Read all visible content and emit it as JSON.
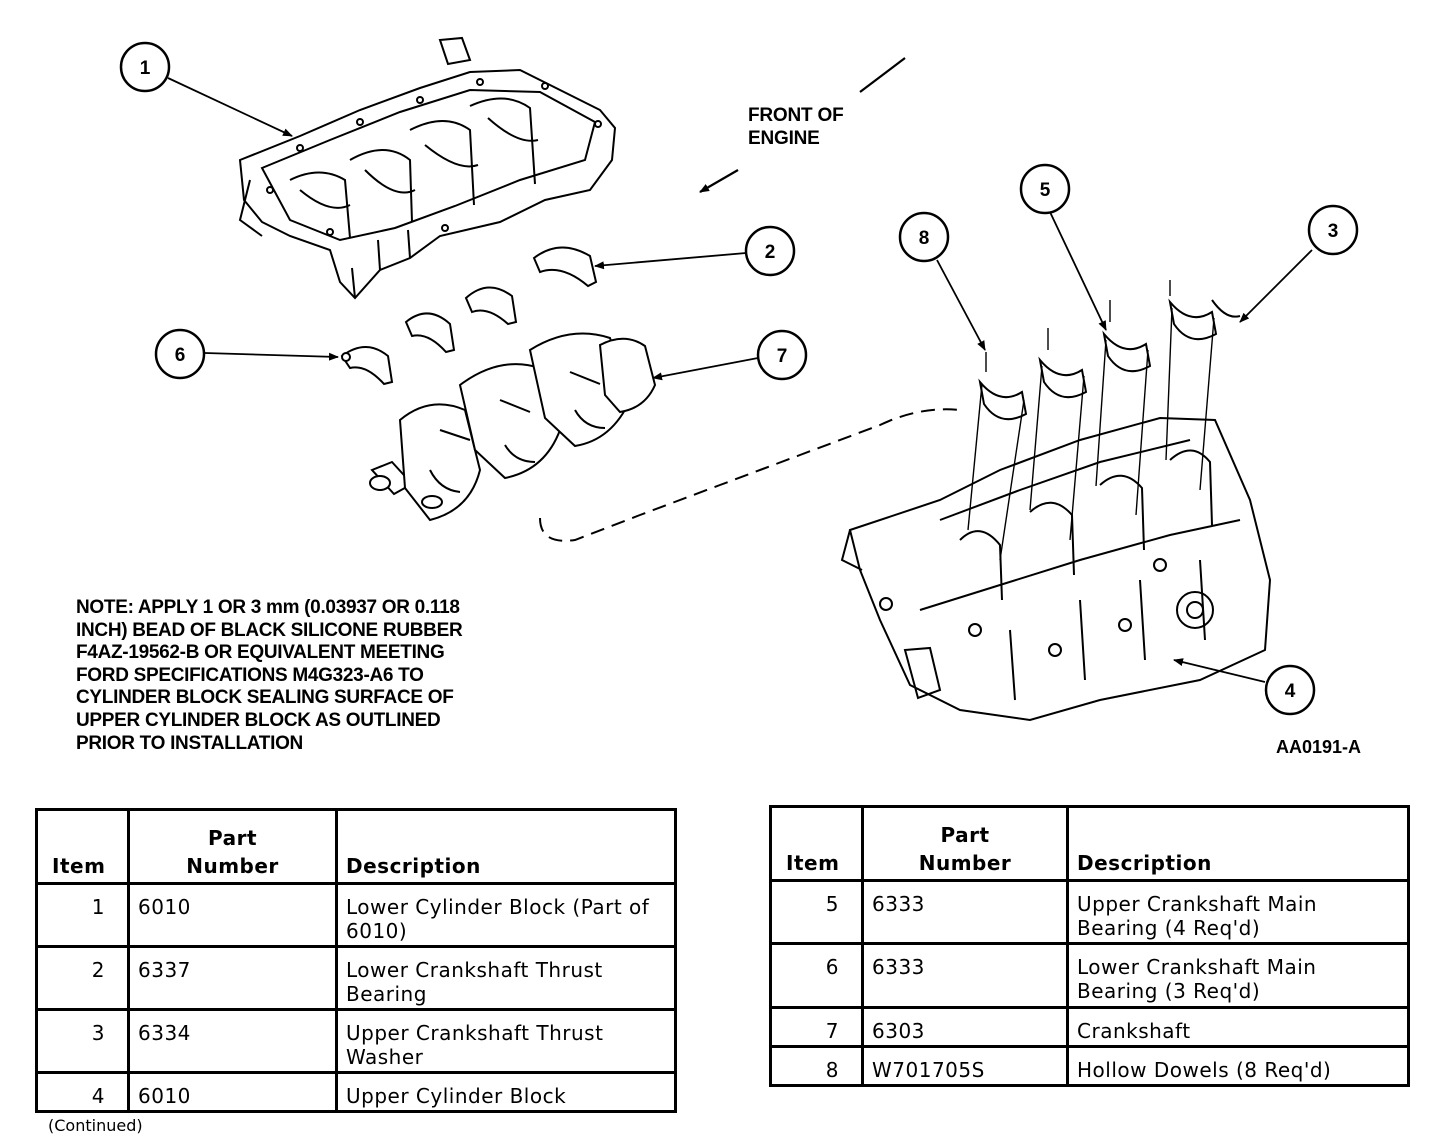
{
  "figure": {
    "front_label": [
      "FRONT OF",
      "ENGINE"
    ],
    "figure_id": "AA0191-A",
    "callouts": [
      "1",
      "2",
      "3",
      "4",
      "5",
      "6",
      "7",
      "8"
    ],
    "note_lines": [
      "NOTE: APPLY 1 OR 3 mm (0.03937 OR 0.118",
      "INCH) BEAD OF BLACK SILICONE RUBBER",
      "F4AZ-19562-B OR EQUIVALENT MEETING",
      "FORD SPECIFICATIONS M4G323-A6 TO",
      "CYLINDER BLOCK SEALING SURFACE OF",
      "UPPER CYLINDER BLOCK AS OUTLINED",
      "PRIOR TO INSTALLATION"
    ]
  },
  "table_headers": {
    "item": "Item",
    "part_line1": "Part",
    "part_line2": "Number",
    "description": "Description"
  },
  "table_left": [
    {
      "item": "1",
      "part": "6010",
      "description": "Lower Cylinder Block (Part of 6010)"
    },
    {
      "item": "2",
      "part": "6337",
      "description": "Lower Crankshaft Thrust Bearing"
    },
    {
      "item": "3",
      "part": "6334",
      "description": "Upper Crankshaft Thrust Washer"
    },
    {
      "item": "4",
      "part": "6010",
      "description": "Upper Cylinder Block"
    }
  ],
  "table_right": [
    {
      "item": "5",
      "part": "6333",
      "description": "Upper Crankshaft Main Bearing (4 Req'd)"
    },
    {
      "item": "6",
      "part": "6333",
      "description": "Lower Crankshaft Main Bearing (3 Req'd)"
    },
    {
      "item": "7",
      "part": "6303",
      "description": "Crankshaft"
    },
    {
      "item": "8",
      "part": "W701705S",
      "description": "Hollow Dowels (8 Req'd)"
    }
  ],
  "continued": "(Continued)"
}
